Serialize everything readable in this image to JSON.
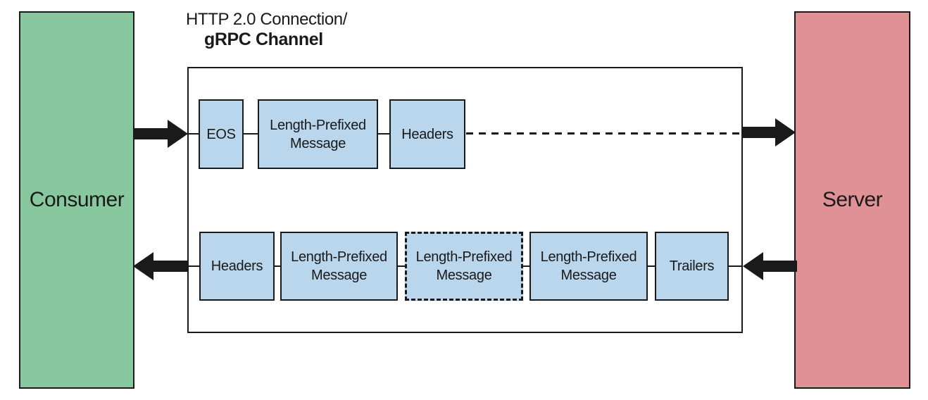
{
  "title": {
    "line1": "HTTP 2.0 Connection/",
    "line2": "gRPC Channel"
  },
  "nodes": {
    "consumer": "Consumer",
    "server": "Server"
  },
  "request_stream": {
    "direction": "consumer-to-server",
    "frames": [
      {
        "label": "EOS"
      },
      {
        "label": "Length-Prefixed Message"
      },
      {
        "label": "Headers"
      }
    ]
  },
  "response_stream": {
    "direction": "server-to-consumer",
    "frames": [
      {
        "label": "Headers"
      },
      {
        "label": "Length-Prefixed Message"
      },
      {
        "label": "Length-Prefixed Message",
        "style": "dashed"
      },
      {
        "label": "Length-Prefixed Message"
      },
      {
        "label": "Trailers"
      }
    ]
  },
  "colors": {
    "consumer_fill": "#88C89F",
    "server_fill": "#DF9196",
    "frame_fill": "#B9D6EC",
    "line": "#1A1A1A"
  }
}
